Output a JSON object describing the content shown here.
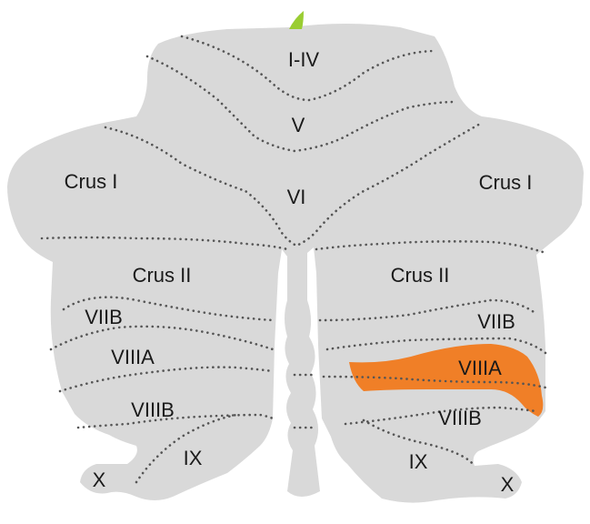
{
  "diagram": {
    "highlight_color": "#f07f27",
    "marker_color": "#9acd32",
    "lobule_color": "#d9d9d9",
    "highlighted_region": "right-VIIIA",
    "labels": {
      "i_iv": "I-IV",
      "v": "V",
      "vi": "VI",
      "crus_i_left": "Crus I",
      "crus_i_right": "Crus I",
      "crus_ii_left": "Crus II",
      "crus_ii_right": "Crus II",
      "viib_left": "VIIB",
      "viib_right": "VIIB",
      "viiia_left": "VIIIA",
      "viiia_right": "VIIIA",
      "viiib_left": "VIIIB",
      "viiib_right": "VIIIB",
      "ix_left": "IX",
      "ix_right": "IX",
      "x_left": "X",
      "x_right": "X"
    }
  }
}
